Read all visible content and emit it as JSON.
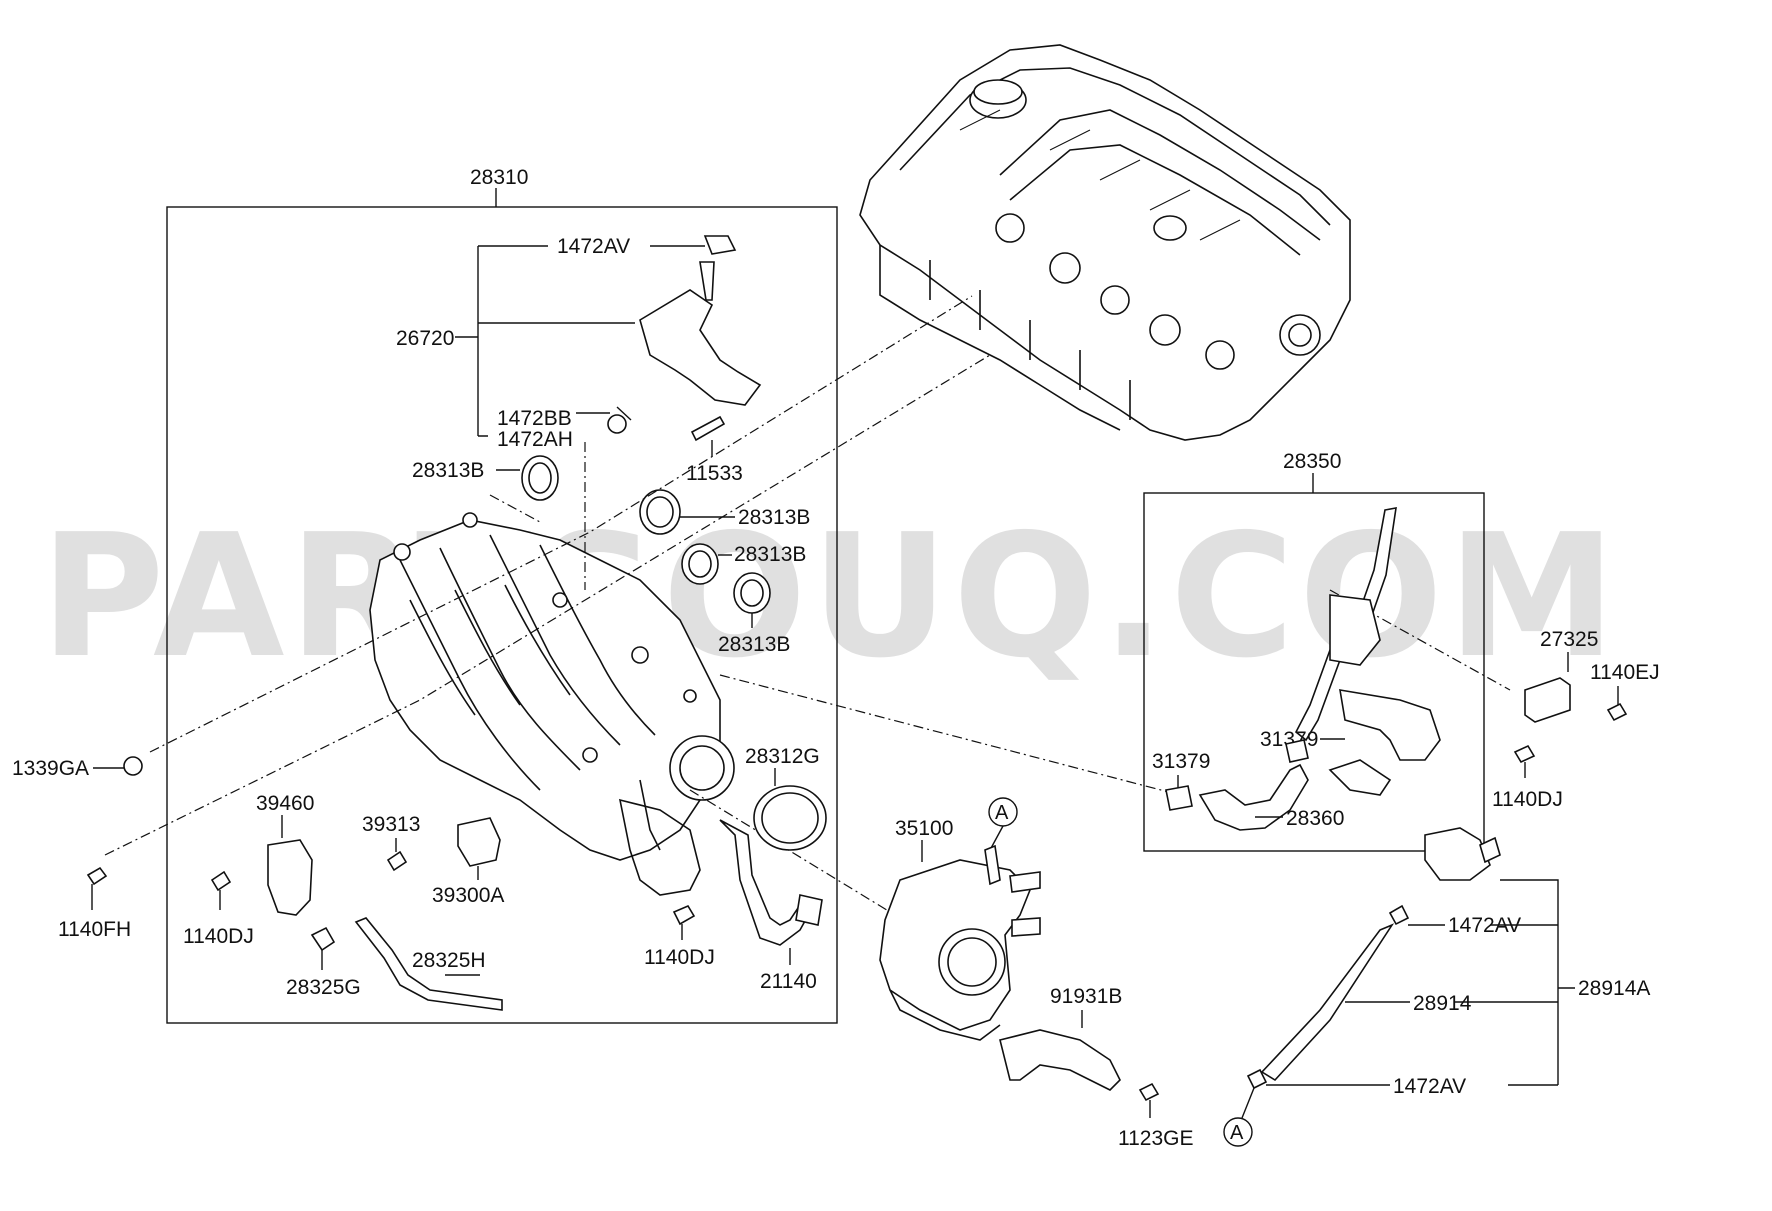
{
  "watermark": "PARTSOUQ.COM",
  "groups": {
    "manifold_box": "28310",
    "pcv_box": "28350"
  },
  "labels": {
    "p1472AV_top": "1472AV",
    "p26720": "26720",
    "p1472BB": "1472BB",
    "p1472AH": "1472AH",
    "p11533": "11533",
    "p28313B_1": "28313B",
    "p28313B_2": "28313B",
    "p28313B_3": "28313B",
    "p28313B_4": "28313B",
    "p28312G": "28312G",
    "p1339GA": "1339GA",
    "p39460": "39460",
    "p39313": "39313",
    "p39300A": "39300A",
    "p1140FH": "1140FH",
    "p1140DJ_left": "1140DJ",
    "p28325G": "28325G",
    "p28325H": "28325H",
    "p1140DJ_mid": "1140DJ",
    "p21140": "21140",
    "p35100": "35100",
    "p91931B": "91931B",
    "p1123GE": "1123GE",
    "p31379_a": "31379",
    "p31379_b": "31379",
    "p28360": "28360",
    "p27325": "27325",
    "p1140EJ": "1140EJ",
    "p1140DJ_right": "1140DJ",
    "p1472AV_r1": "1472AV",
    "p28914": "28914",
    "p28914A": "28914A",
    "p1472AV_r2": "1472AV"
  },
  "refs": {
    "a1": "A",
    "a2": "A"
  }
}
